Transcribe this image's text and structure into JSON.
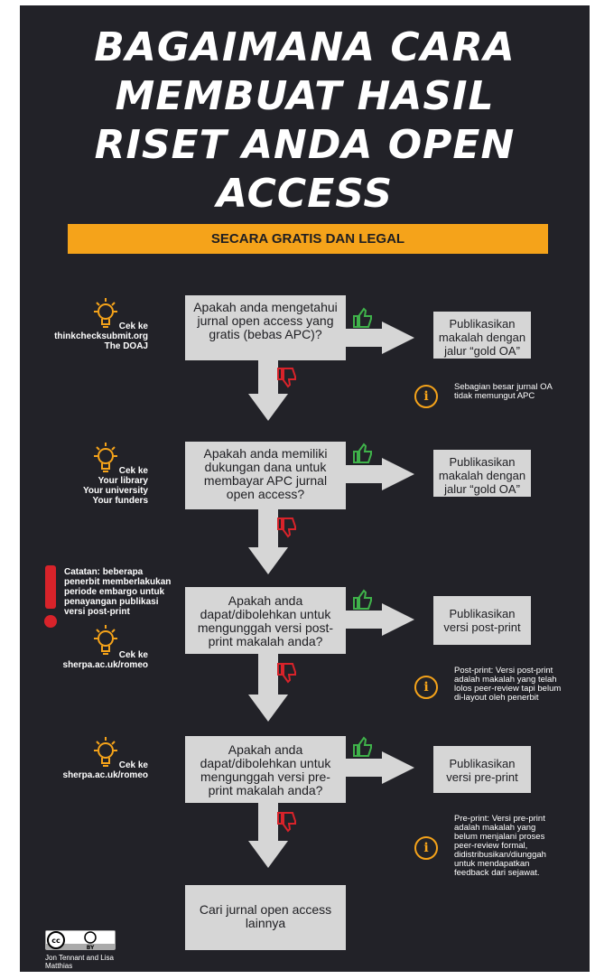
{
  "title": [
    "BAGAIMANA CARA",
    "MEMBUAT HASIL",
    "RISET ANDA OPEN",
    "ACCESS"
  ],
  "subtitle": "SECARA GRATIS DAN LEGAL",
  "steps": [
    {
      "question": "Apakah anda mengetahui jurnal open access yang gratis (bebas APC)?",
      "hint": [
        "Cek ke",
        "thinkchecksubmit.org",
        "The DOAJ"
      ],
      "result": "Publikasikan makalah dengan jalur “gold OA”",
      "note": "Sebagian besar jurnal OA tidak memungut APC"
    },
    {
      "question": "Apakah anda memiliki dukungan dana untuk membayar APC jurnal open access?",
      "hint": [
        "Cek ke",
        "Your library",
        "Your university",
        "Your funders"
      ],
      "result": "Publikasikan makalah dengan jalur “gold OA”"
    },
    {
      "question": "Apakah anda dapat/dibolehkan untuk mengunggah versi post-print makalah anda?",
      "hint": [
        "Cek ke",
        "sherpa.ac.uk/romeo"
      ],
      "result": "Publikasikan versi post-print",
      "note": "Post-print: Versi post-print adalah makalah yang telah lolos peer-review tapi belum di-layout oleh penerbit",
      "warning": "Catatan: beberapa penerbit memberlakukan periode embargo untuk penayangan publikasi versi post-print"
    },
    {
      "question": "Apakah anda dapat/dibolehkan untuk mengunggah versi pre-print makalah anda?",
      "hint": [
        "Cek ke",
        "sherpa.ac.uk/romeo"
      ],
      "result": "Publikasikan versi pre-print",
      "note": "Pre-print: Versi pre-print adalah makalah yang belum menjalani proses peer-review formal, didistribusikan/diunggah untuk mendapatkan feedback dari sejawat."
    }
  ],
  "final": "Cari jurnal open access lainnya",
  "credit": "Jon Tennant and Lisa Matthias",
  "license": {
    "cc": "cc",
    "by": "BY"
  },
  "colors": {
    "background": "#222228",
    "accent": "#f5a31a",
    "box": "#d6d6d6",
    "yes": "#3fb24a",
    "no": "#d8232a"
  },
  "icons": {
    "hint": "lightbulb-icon",
    "yes": "thumbs-up-icon",
    "no": "thumbs-down-icon",
    "note": "info-icon",
    "warning": "exclamation-icon"
  }
}
